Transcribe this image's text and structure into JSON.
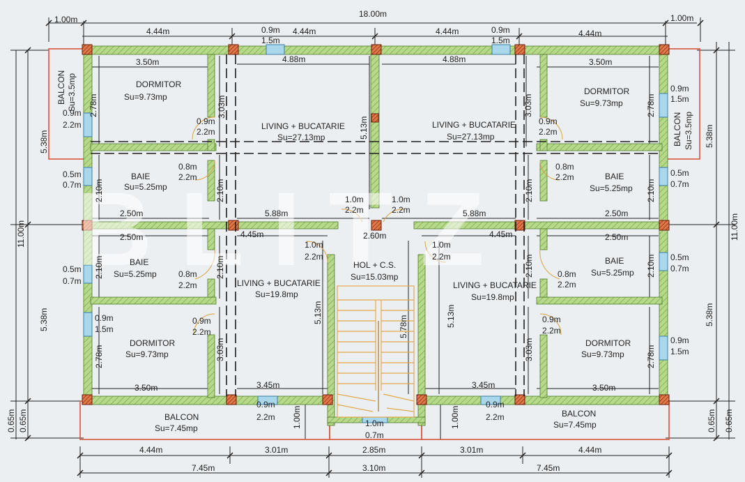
{
  "colors": {
    "wall": "#b6d98a",
    "pillar": "#d06a3a",
    "line": "#1f1f1f",
    "red": "#d8543c",
    "stair": "#e2a84a",
    "paper": "#eceff2"
  },
  "dims": {
    "total_width": "18.00m",
    "left_balcony_w": "1.00m",
    "right_balcony_w": "1.00m",
    "top_l1": "4.44m",
    "top_win1": "0.9m",
    "top_win1b": "1.5m",
    "top_l2": "4.44m",
    "top_r1": "4.44m",
    "top_win2": "0.9m",
    "top_win2b": "1.5m",
    "top_r2": "4.44m",
    "bot_l1": "4.44m",
    "bot_l2": "3.01m",
    "bot_mid": "2.85m",
    "bot_r1": "3.01m",
    "bot_r2": "4.44m",
    "bot2_l": "7.45m",
    "bot2_mid": "3.10m",
    "bot2_r": "7.45m",
    "left_total": "11.00m",
    "right_total": "11.00m",
    "left_upper": "5.38m",
    "left_lower": "5.38m",
    "right_upper": "5.38m",
    "right_lower": "5.38m",
    "left_065a": "0.65m",
    "left_065b": "0.65m",
    "right_065a": "0.65m",
    "right_065b": "0.65m",
    "in_350_tl": "3.50m",
    "in_488_l": "4.88m",
    "in_488_r": "4.88m",
    "in_350_tr": "3.50m",
    "in_278_tl": "2.78m",
    "in_303_tl": "3.03m",
    "in_513_top": "5.13m",
    "in_303_tr": "3.03m",
    "in_278_tr": "2.78m",
    "in_210_a": "2.10m",
    "in_210_b": "2.10m",
    "in_210_c": "2.10m",
    "in_210_d": "2.10m",
    "in_250_l": "2.50m",
    "in_588_l": "5.88m",
    "in_588_r": "5.88m",
    "in_250_r": "2.50m",
    "in_250_l2": "2.50m",
    "in_445_l": "4.45m",
    "in_260": "2.60m",
    "in_445_r": "4.45m",
    "in_250_r2": "2.50m",
    "in_210_e": "2.10m",
    "in_210_f": "2.10m",
    "in_210_g": "2.10m",
    "in_210_h": "2.10m",
    "in_513_l": "5.13m",
    "in_578": "5.78m",
    "in_513_r": "5.13m",
    "in_278_bl": "2.78m",
    "in_303_bl": "3.03m",
    "in_303_br": "3.03m",
    "in_278_br": "2.78m",
    "in_350_bl": "3.50m",
    "in_345_l": "3.45m",
    "in_345_r": "3.45m",
    "in_350_br": "3.50m",
    "in_100_l": "1.00m",
    "in_100_r": "1.00m"
  },
  "rooms": {
    "balcon_tl": "BALCON",
    "balcon_tl_area": "Su=3.5mp",
    "balcon_tr": "BALCON",
    "balcon_tr_area": "Su=3.5mp",
    "dormitor_tl": "DORMITOR",
    "dormitor_tl_area": "Su=9.73mp",
    "dormitor_tr": "DORMITOR",
    "dormitor_tr_area": "Su=9.73mp",
    "living_tl": "LIVING + BUCATARIE",
    "living_tl_area": "Su=27.13mp",
    "living_tr": "LIVING + BUCATARIE",
    "living_tr_area": "Su=27.13mp",
    "baie_tl": "BAIE",
    "baie_tl_area": "Su=5.25mp",
    "baie_tr": "BAIE",
    "baie_tr_area": "Su=5.25mp",
    "baie_bl": "BAIE",
    "baie_bl_area": "Su=5.25mp",
    "baie_br": "BAIE",
    "baie_br_area": "Su=5.25mp",
    "living_bl": "LIVING + BUCATARIE",
    "living_bl_area": "Su=19.8mp",
    "living_br": "LIVING + BUCATARIE",
    "living_br_area": "Su=19.8mp",
    "hol": "HOL + C.S.",
    "hol_area": "Su=15.03mp",
    "dormitor_bl": "DORMITOR",
    "dormitor_bl_area": "Su=9.73mp",
    "dormitor_br": "DORMITOR",
    "dormitor_br_area": "Su=9.73mp",
    "balcon_bl": "BALCON",
    "balcon_bl_area": "Su=7.45mp",
    "balcon_br": "BALCON",
    "balcon_br_area": "Su=7.45mp"
  },
  "openings": {
    "w_tl_a": "0.9m",
    "w_tl_b": "2.2m",
    "w_tr_a": "0.9m",
    "w_tr_b": "1.5m",
    "d_dorm_tl_a": "0.9m",
    "d_dorm_tl_b": "2.2m",
    "d_dorm_tr_a": "0.9m",
    "d_dorm_tr_b": "2.2m",
    "d_baie_tl_a": "0.8m",
    "d_baie_tl_b": "2.2m",
    "d_baie_tr_a": "0.8m",
    "d_baie_tr_b": "2.2m",
    "w_baie_tl_a": "0.5m",
    "w_baie_tl_b": "0.7m",
    "w_baie_tr_a": "0.5m",
    "w_baie_tr_b": "0.7m",
    "d_entry_l_a": "1.0m",
    "d_entry_l_b": "2.2m",
    "d_entry_r_a": "1.0m",
    "d_entry_r_b": "2.2m",
    "d_hol_l_a": "1.0m",
    "d_hol_l_b": "2.2m",
    "d_hol_r_a": "1.0m",
    "d_hol_r_b": "2.2m",
    "w_baie_bl_a": "0.5m",
    "w_baie_bl_b": "0.7m",
    "w_baie_br_a": "0.5m",
    "w_baie_br_b": "0.7m",
    "d_baie_bl_a": "0.8m",
    "d_baie_bl_b": "2.2m",
    "d_baie_br_a": "0.8m",
    "d_baie_br_b": "2.2m",
    "w_dorm_bl_a": "0.9m",
    "w_dorm_bl_b": "1.5m",
    "w_dorm_br_a": "0.9m",
    "w_dorm_br_b": "1.5m",
    "d_dorm_bl_a": "0.9m",
    "d_dorm_bl_b": "2.2m",
    "d_dorm_br_a": "0.9m",
    "d_dorm_br_b": "2.2m",
    "d_balc_bl_a": "0.9m",
    "d_balc_bl_b": "2.2m",
    "d_balc_br_a": "0.9m",
    "d_balc_br_b": "2.2m",
    "w_stair_a": "1.0m",
    "w_stair_b": "0.7m"
  },
  "watermark": "BLITZ"
}
